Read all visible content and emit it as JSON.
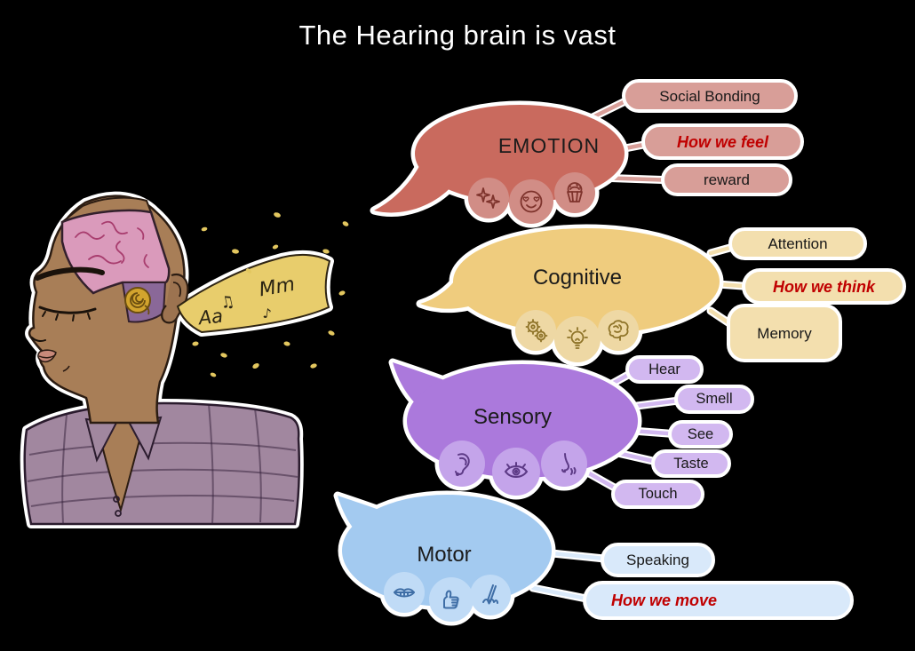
{
  "title": "The Hearing brain is vast",
  "systems": [
    {
      "name": "EMOTION",
      "label": "EMOTION",
      "callouts": [
        {
          "label": "Social Bonding"
        },
        {
          "label": "How we feel",
          "style": "emphasis"
        },
        {
          "label": "reward"
        }
      ],
      "icons": [
        "sparkles-icon",
        "heart-eyes-face-icon",
        "cupcake-icon"
      ],
      "colors": {
        "body": "#c96a5e",
        "bumps": "#d18d86",
        "pill": "#d89e98"
      }
    },
    {
      "name": "Cognitive",
      "label": "Cognitive",
      "callouts": [
        {
          "label": "Attention"
        },
        {
          "label": "How we think",
          "style": "emphasis"
        },
        {
          "label": "Memory"
        }
      ],
      "icons": [
        "gears-icon",
        "lightbulb-icon",
        "brain-icon"
      ],
      "colors": {
        "body": "#efcc7e",
        "bumps": "#eed8a4",
        "pill": "#f3dfae"
      }
    },
    {
      "name": "Sensory",
      "label": "Sensory",
      "callouts": [
        {
          "label": "Hear"
        },
        {
          "label": "Smell"
        },
        {
          "label": "See"
        },
        {
          "label": "Taste"
        },
        {
          "label": "Touch"
        }
      ],
      "icons": [
        "ear-icon",
        "eye-icon",
        "nose-icon"
      ],
      "colors": {
        "body": "#ab79dc",
        "bumps": "#c4a4ea",
        "pill": "#d2b8f0"
      }
    },
    {
      "name": "Motor",
      "label": "Motor",
      "callouts": [
        {
          "label": "Speaking"
        },
        {
          "label": "How we move",
          "style": "emphasis"
        }
      ],
      "icons": [
        "mouth-icon",
        "fist-icon",
        "writing-hand-icon"
      ],
      "colors": {
        "body": "#a3caf0",
        "bumps": "#c0dbf6",
        "pill": "#d9e9fa"
      }
    }
  ],
  "person": {
    "sound_banner": {
      "letters": [
        "Aa",
        "Mm"
      ],
      "notes": [
        "♫",
        "♪"
      ]
    }
  },
  "palette": {
    "background": "#000000",
    "title_text": "#ffffff",
    "label_text": "#1b1b1b",
    "emphasis_text": "#c00000",
    "outline": "#ffffff"
  }
}
